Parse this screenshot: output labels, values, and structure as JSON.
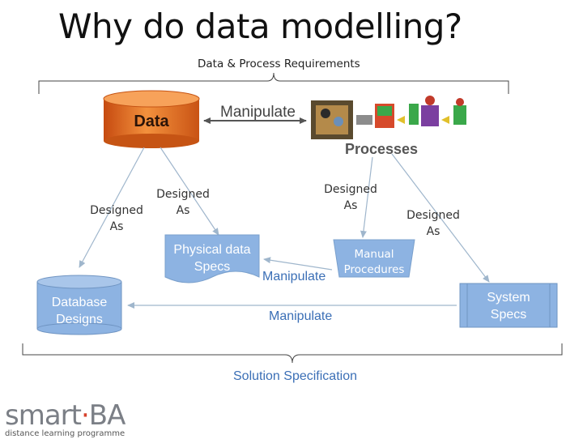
{
  "title": "Why do data modelling?",
  "top_label": "Data & Process Requirements",
  "data_label": "Data",
  "manipulate_top": "Manipulate",
  "processes_label": "Processes",
  "designed_as_1": "Designed As",
  "designed_as_2": "Designed As",
  "designed_as_3": "Designed As",
  "designed_as_4": "Designed As",
  "physical_specs": "Physical data Specs",
  "manual_procedures": "Manual Procedures",
  "manipulate_mid": "Manipulate",
  "database_designs": "Database Designs",
  "manipulate_bottom": "Manipulate",
  "system_specs": "System Specs",
  "solution_spec": "Solution Specification",
  "brand": {
    "main": "smart",
    "dot": "·",
    "suffix": "BA",
    "sub": "distance learning programme"
  },
  "colors": {
    "accent_blue": "#8db3e2",
    "text_blue": "#3b6fb6",
    "data_orange": "#e8782a"
  }
}
